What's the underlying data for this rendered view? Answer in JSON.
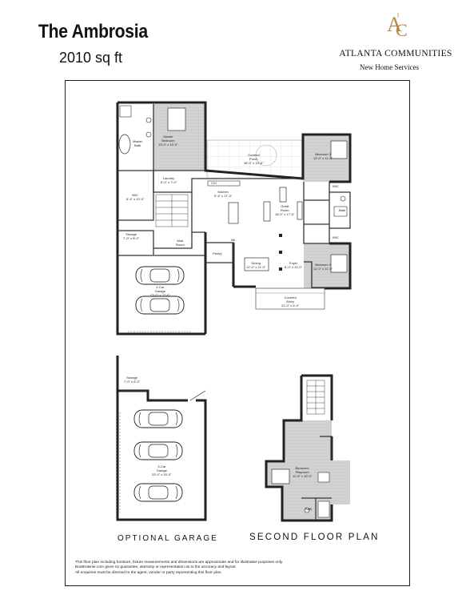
{
  "header": {
    "plan_name": "The Ambrosia",
    "square_footage": "2010 sq ft"
  },
  "logo": {
    "mark": "AC",
    "company": "ATLANTA COMMUNITIES",
    "tagline": "New Home Services"
  },
  "rooms": {
    "master_bath": "Master\nBath",
    "master_bedroom": "Master\nBedroom\n13'-0\" x 15'-0\"",
    "covered_porch": "Covered\nPorch\n18'-0\" x 10'-0\"",
    "bedroom3": "Bedroom 3\n12'-0\" x 11'-0\"",
    "laundry": "Laundry\n6'-0\" x 7'-0\"",
    "wic_master": "WIC\n6'-4\" x 12'-0\"",
    "wic_bed3": "WIC",
    "kitchen": "Kitchen\n9'-4\" x 17'-0\"",
    "great_room": "Great\nRoom\n16'-0\" x 17'-0\"",
    "bath": "Bath",
    "storage_main": "Storage\n7'-0\" x 8'-0\"",
    "mudroom": "Mud\nRoom",
    "wic_bed2": "WIC",
    "pantry": "Pantry",
    "dining": "Dining\n12'-0\" x 11'-0\"",
    "foyer": "Foyer\n6'-0\" x 11'-0\"",
    "bedroom2": "Bedroom 2\n12'-0\" x 11'-0\"",
    "garage2": "2-Car\nGarage\n23'-0\" x 22'-0\"",
    "covered_entry": "Covered\nEntry\n21'-0\" x 6'-0\"",
    "storage_opt": "Storage\n7'-0\" x 8'-0\"",
    "garage3": "3-Car\nGarage\n23'-0\" x 33'-0\"",
    "bedroom_playroom": "Bedroom/\nPlayroom\n11'-8\" x 15'-0\"",
    "bath_upper": "Bath",
    "closet_ch": "C/H",
    "closet_nk": "Nk"
  },
  "captions": {
    "optional_garage": "OPTIONAL GARAGE",
    "second_floor": "SECOND FLOOR PLAN"
  },
  "disclaimer": {
    "line1": "This floor plan including furniture, fixture measurements and dimensions are approximate and for illustrative purposes only.",
    "line2": "BoxBrownie.com gives no guarantee, warranty or representation as to the accuracy and layout.",
    "line3": "All enquiries must be directed to the agent, vendor or party representing this floor plan."
  },
  "colors": {
    "room_fill": "#d4d4d4",
    "wall": "#222222"
  }
}
